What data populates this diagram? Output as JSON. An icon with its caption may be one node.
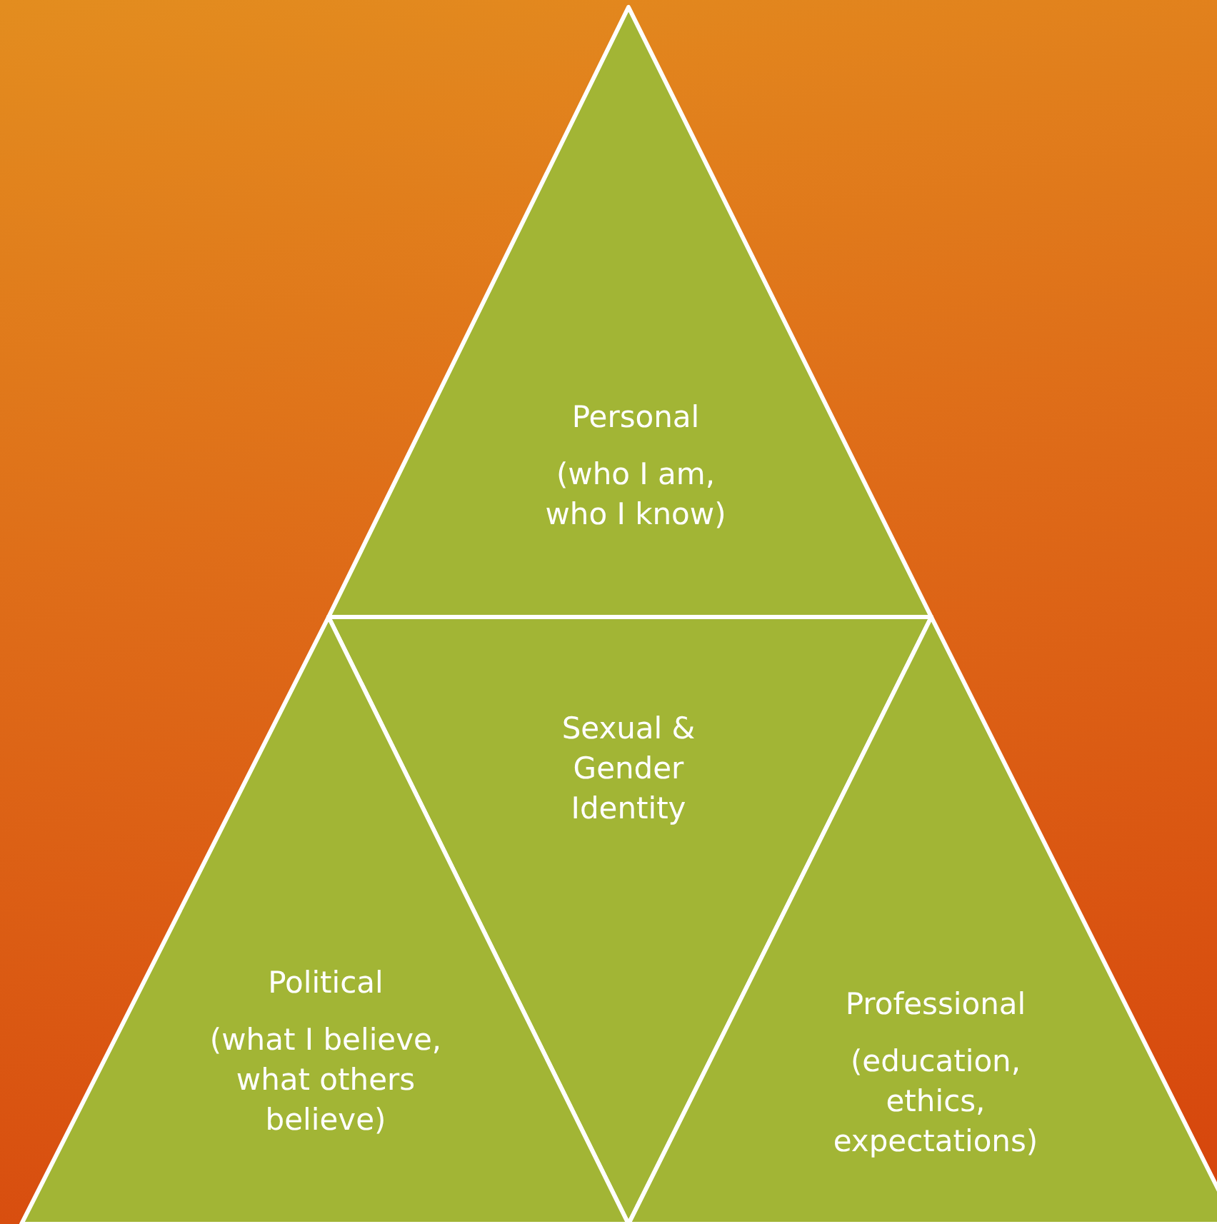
{
  "diagram": {
    "nodes": [
      {
        "text": [
          "Personal",
          "(who I am, who I know)"
        ]
      },
      {
        "text": [
          "Sexual & Gender Identity"
        ]
      },
      {
        "text": [
          "Political",
          "(what I believe, what others believe)"
        ]
      },
      {
        "text": [
          "Professional",
          "(education, ethics, expectations)"
        ]
      }
    ]
  }
}
